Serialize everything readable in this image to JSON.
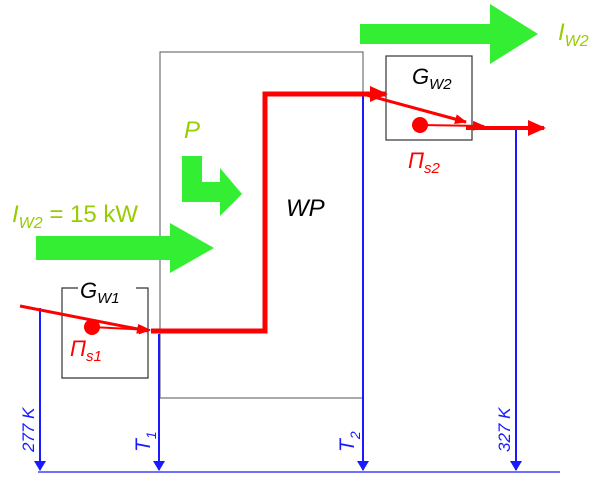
{
  "labels": {
    "iw2_top": {
      "main": "I",
      "sub": "W2"
    },
    "iw2_left": {
      "main": "I",
      "sub": "W2",
      "tail": " = 15 kW"
    },
    "p": "P",
    "wp": "WP",
    "gw1": {
      "main": "G",
      "sub": "W1"
    },
    "gw2": {
      "main": "G",
      "sub": "W2"
    },
    "pi_s1": {
      "main": "Π",
      "sub": "s1"
    },
    "pi_s2": {
      "main": "Π",
      "sub": "s2"
    },
    "t1": {
      "main": "T",
      "sub": "1"
    },
    "t2": {
      "main": "T",
      "sub": "2"
    },
    "temp_left": "277 K",
    "temp_right": "327 K"
  },
  "colors": {
    "heat_arrow": "#33ee33",
    "label_green": "#99cc00",
    "flow_red": "#ff0000",
    "temp_blue": "#1a1aff",
    "box_gray": "#555555"
  }
}
